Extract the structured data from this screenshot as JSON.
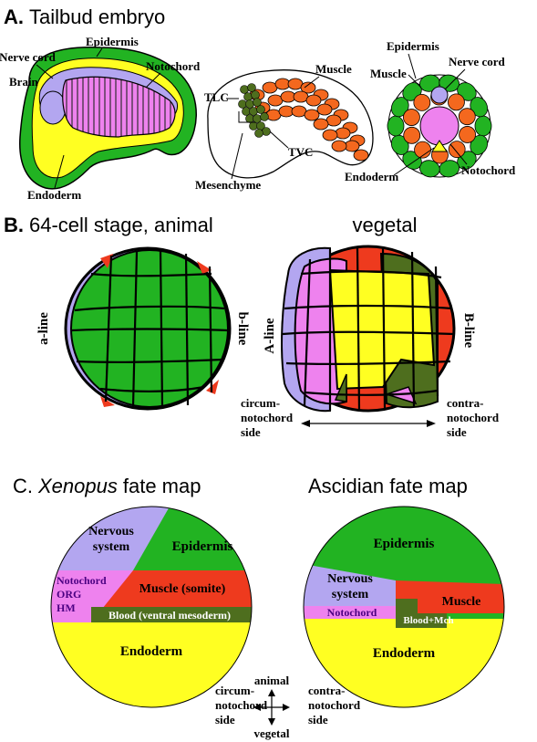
{
  "panelA": {
    "letter": "A.",
    "title": "Tailbud embryo",
    "labels": {
      "nerve_cord": "Nerve cord",
      "epidermis": "Epidermis",
      "brain": "Brain",
      "notochord": "Notochord",
      "endoderm": "Endoderm",
      "tlc": "TLC",
      "muscle": "Muscle",
      "tvc": "TVC",
      "mesenchyme": "Mesenchyme",
      "epidermis2": "Epidermis",
      "nerve_cord2": "Nerve cord",
      "endoderm2": "Endoderm",
      "notochord2": "Notochord"
    }
  },
  "panelB": {
    "letter": "B.",
    "title_animal": "64-cell stage, animal",
    "title_vegetal": "vegetal",
    "a_line": "a-line",
    "b_line": "b-line",
    "A_line": "A-line",
    "B_line": "B-line",
    "circum": [
      "circum-",
      "notochord",
      "side"
    ],
    "contra": [
      "contra-",
      "notochord",
      "side"
    ]
  },
  "panelC": {
    "letter": "C.",
    "xenopus_italic": "Xenopus",
    "xenopus_rest": "fate map",
    "ascidian_title": "Ascidian fate map",
    "xenopus_regions": {
      "nervous": [
        "Nervous",
        "system"
      ],
      "epidermis": "Epidermis",
      "notochord": [
        "Notochord",
        "ORG",
        "HM"
      ],
      "muscle": "Muscle (somite)",
      "blood": "Blood (ventral mesoderm)",
      "endoderm": "Endoderm"
    },
    "ascidian_regions": {
      "epidermis": "Epidermis",
      "nervous": [
        "Nervous",
        "system"
      ],
      "muscle": "Muscle",
      "notochord": "Notochord",
      "blood": "Blood+Mch",
      "endoderm": "Endoderm"
    },
    "axis": {
      "animal": "animal",
      "vegetal": "vegetal",
      "circum": [
        "circum-",
        "notochord",
        "side"
      ],
      "contra": [
        "contra-",
        "notochord",
        "side"
      ]
    }
  },
  "colors": {
    "epidermis": "#22b322",
    "nervous": "#b3a6f0",
    "notochord": "#ee82ee",
    "muscle": "#ee3a1e",
    "endoderm": "#ffff22",
    "blood": "#4e6e1e",
    "muscle_orange": "#f4681e"
  }
}
